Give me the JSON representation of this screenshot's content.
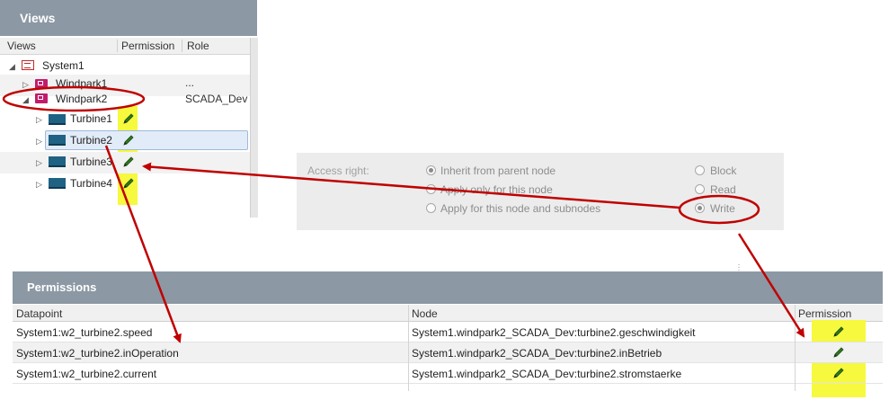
{
  "views": {
    "title": "Views",
    "columns": [
      "Views",
      "Permission",
      "Role"
    ],
    "tree": [
      {
        "label": "System1",
        "permission": "",
        "role": ""
      },
      {
        "label": "Windpark1",
        "permission": "...",
        "role": ""
      },
      {
        "label": "Windpark2",
        "permission": "",
        "role": "SCADA_Dev"
      },
      {
        "label": "Turbine1",
        "permission": "",
        "role": ""
      },
      {
        "label": "Turbine2",
        "permission": "",
        "role": ""
      },
      {
        "label": "Turbine3",
        "permission": "",
        "role": ""
      },
      {
        "label": "Turbine4",
        "permission": "",
        "role": ""
      }
    ],
    "selected": "Turbine2"
  },
  "access_right": {
    "label": "Access right:",
    "scope_options": [
      {
        "label": "Inherit from parent node",
        "checked": true
      },
      {
        "label": "Apply only for this node",
        "checked": false
      },
      {
        "label": "Apply for this node and subnodes",
        "checked": false
      }
    ],
    "right_options": [
      {
        "label": "Block",
        "checked": false
      },
      {
        "label": "Read",
        "checked": false
      },
      {
        "label": "Write",
        "checked": true
      }
    ]
  },
  "permissions": {
    "title": "Permissions",
    "columns": [
      "Datapoint",
      "Node",
      "Permission"
    ],
    "rows": [
      {
        "datapoint": "System1:w2_turbine2.speed",
        "node": "System1.windpark2_SCADA_Dev:turbine2.geschwindigkeit"
      },
      {
        "datapoint": "System1:w2_turbine2.inOperation",
        "node": "System1.windpark2_SCADA_Dev:turbine2.inBetrieb"
      },
      {
        "datapoint": "System1:w2_turbine2.current",
        "node": "System1.windpark2_SCADA_Dev:turbine2.stromstaerke"
      }
    ]
  },
  "colors": {
    "header_bg": "#8c98a4",
    "highlight": "#f6f93d",
    "annotation": "#c00000",
    "windpark_icon": "#c21b6b",
    "turbine_icon": "#1f6284"
  },
  "icons": {
    "write": "pencil-icon",
    "system": "system-icon",
    "windpark": "windpark-icon",
    "turbine": "turbine-icon"
  }
}
